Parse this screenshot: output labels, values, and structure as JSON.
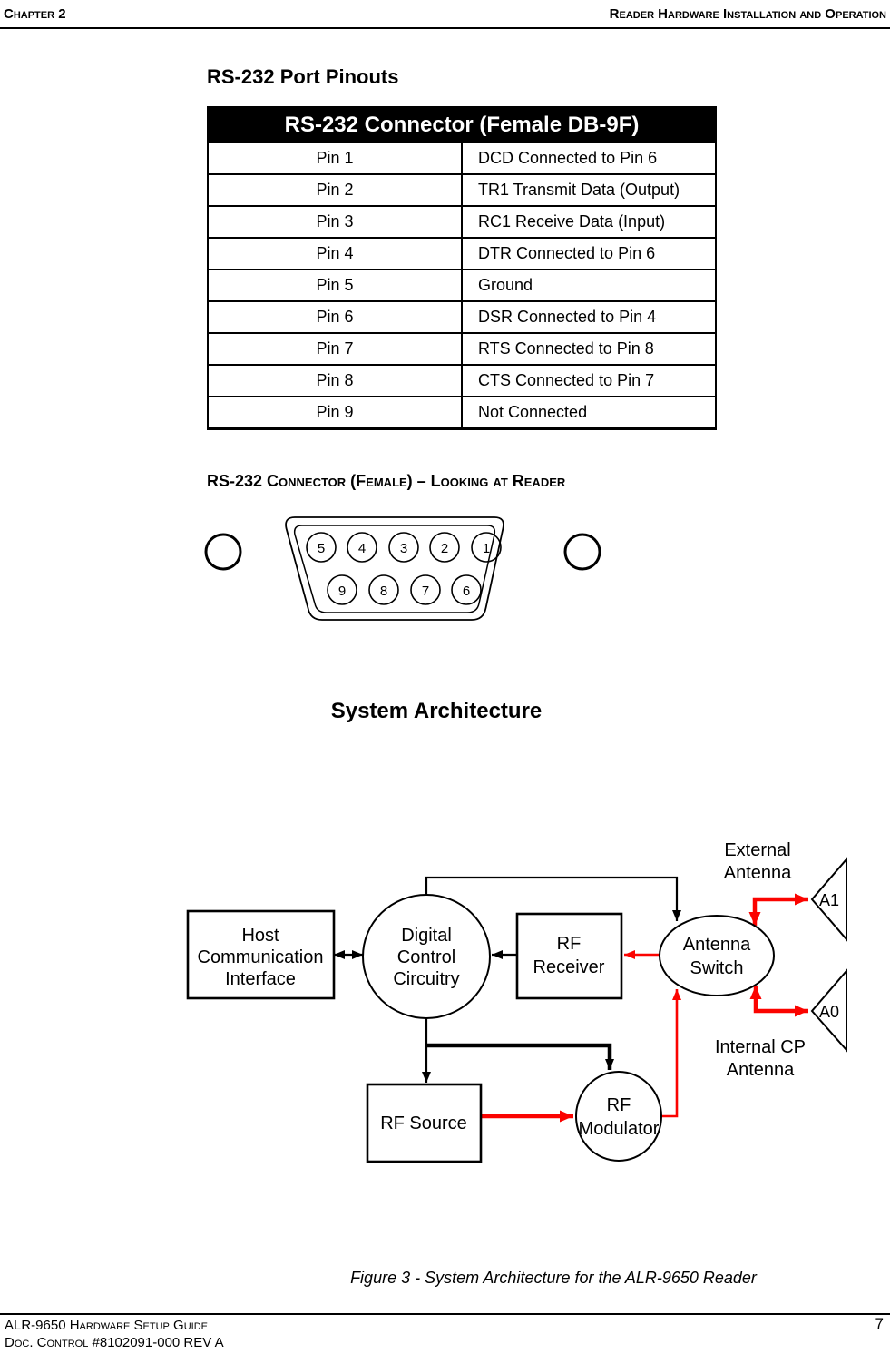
{
  "page": {
    "header": {
      "chapter": "Chapter 2",
      "section": "Reader Hardware Installation and Operation"
    },
    "footer": {
      "guide": "ALR-9650 Hardware Setup Guide",
      "doc_control": "Doc. Control  #8102091-000 REV A",
      "page_number": "7"
    }
  },
  "pinouts": {
    "title": "RS-232 Port Pinouts",
    "table": {
      "header": "RS-232 Connector (Female DB-9F)",
      "rows": [
        {
          "pin": "Pin 1",
          "description": "DCD Connected to Pin 6"
        },
        {
          "pin": "Pin 2",
          "description": "TR1 Transmit Data (Output)"
        },
        {
          "pin": "Pin 3",
          "description": "RC1 Receive Data (Input)"
        },
        {
          "pin": "Pin 4",
          "description": "DTR Connected to Pin 6"
        },
        {
          "pin": "Pin 5",
          "description": "Ground"
        },
        {
          "pin": "Pin 6",
          "description": "DSR Connected to Pin 4"
        },
        {
          "pin": "Pin 7",
          "description": "RTS Connected to Pin 8"
        },
        {
          "pin": "Pin 8",
          "description": "CTS Connected to Pin 7"
        },
        {
          "pin": "Pin 9",
          "description": "Not Connected"
        }
      ]
    }
  },
  "connector_diagram": {
    "heading": "RS-232 Connector (Female) – Looking at Reader",
    "top_row_pins": [
      "5",
      "4",
      "3",
      "2",
      "1"
    ],
    "bottom_row_pins": [
      "9",
      "8",
      "7",
      "6"
    ]
  },
  "architecture": {
    "title": "System Architecture",
    "caption": "Figure 3 - System Architecture for the ALR-9650 Reader",
    "colors": {
      "rf_path_red": "#FB0300",
      "logic_black": "#000000"
    },
    "nodes": {
      "host": {
        "lines": [
          "Host",
          "Communication",
          "Interface"
        ]
      },
      "dcc": {
        "lines": [
          "Digital",
          "Control",
          "Circuitry"
        ]
      },
      "receiver": {
        "lines": [
          "RF",
          "Receiver"
        ]
      },
      "switch": {
        "lines": [
          "Antenna",
          "Switch"
        ]
      },
      "source": {
        "label": "RF Source"
      },
      "modulator": {
        "lines": [
          "RF",
          "Modulator"
        ]
      },
      "a1": {
        "label": "A1"
      },
      "a0": {
        "label": "A0"
      }
    },
    "annotations": {
      "external": {
        "lines": [
          "External",
          "Antenna"
        ]
      },
      "internal": {
        "lines": [
          "Internal CP",
          "Antenna"
        ]
      }
    }
  }
}
